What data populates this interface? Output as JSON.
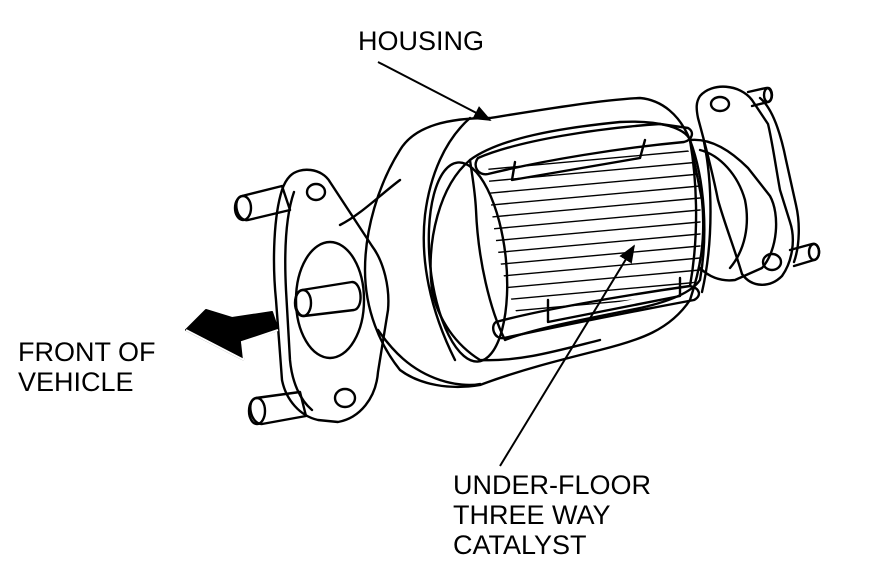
{
  "labels": {
    "housing": "HOUSING",
    "front_line1": "FRONT OF",
    "front_line2": "VEHICLE",
    "catalyst_line1": "UNDER-FLOOR",
    "catalyst_line2": "THREE WAY",
    "catalyst_line3": "CATALYST"
  },
  "colors": {
    "ink": "#000000",
    "paper": "#ffffff"
  }
}
